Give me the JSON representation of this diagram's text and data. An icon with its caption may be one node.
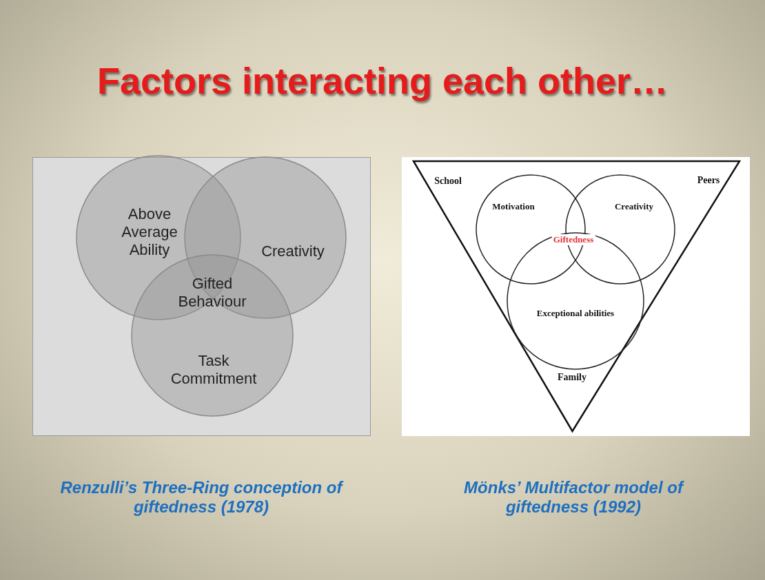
{
  "diagram": {
    "title": "Factors interacting each other…",
    "nodes": [
      {
        "text": [
          "Above Average Ability"
        ]
      },
      {
        "text": [
          "Creativity"
        ]
      },
      {
        "text": [
          "Task Commitment"
        ]
      },
      {
        "text": [
          "School",
          "Peers",
          "Family"
        ]
      },
      {
        "text": [
          "Motivation"
        ],
        "in": 3
      },
      {
        "text": [
          "Creativity"
        ],
        "in": 3
      },
      {
        "text": [
          "Exceptional abilities"
        ],
        "in": 3
      }
    ],
    "edges": [],
    "labels": [
      "Gifted Behaviour",
      "Giftedness",
      "Renzulli’s Three-Ring conception of giftedness (1978)",
      "Mönks’ Multifactor model of giftedness (1992)"
    ]
  }
}
